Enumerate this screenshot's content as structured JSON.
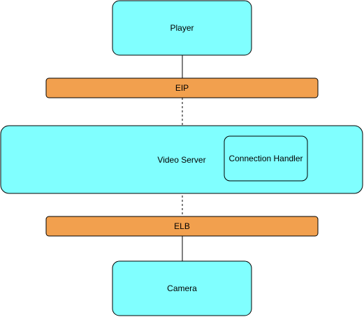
{
  "diagram": {
    "nodes": {
      "player": {
        "label": "Player"
      },
      "eip": {
        "label": "EIP"
      },
      "video_server": {
        "label": "Video Server"
      },
      "connection_handler": {
        "label": "Connection Handler"
      },
      "elb": {
        "label": "ELB"
      },
      "camera": {
        "label": "Camera"
      }
    },
    "colors": {
      "box_fill": "#80FFFF",
      "bar_fill": "#F2A04E",
      "stroke": "#000000"
    }
  }
}
